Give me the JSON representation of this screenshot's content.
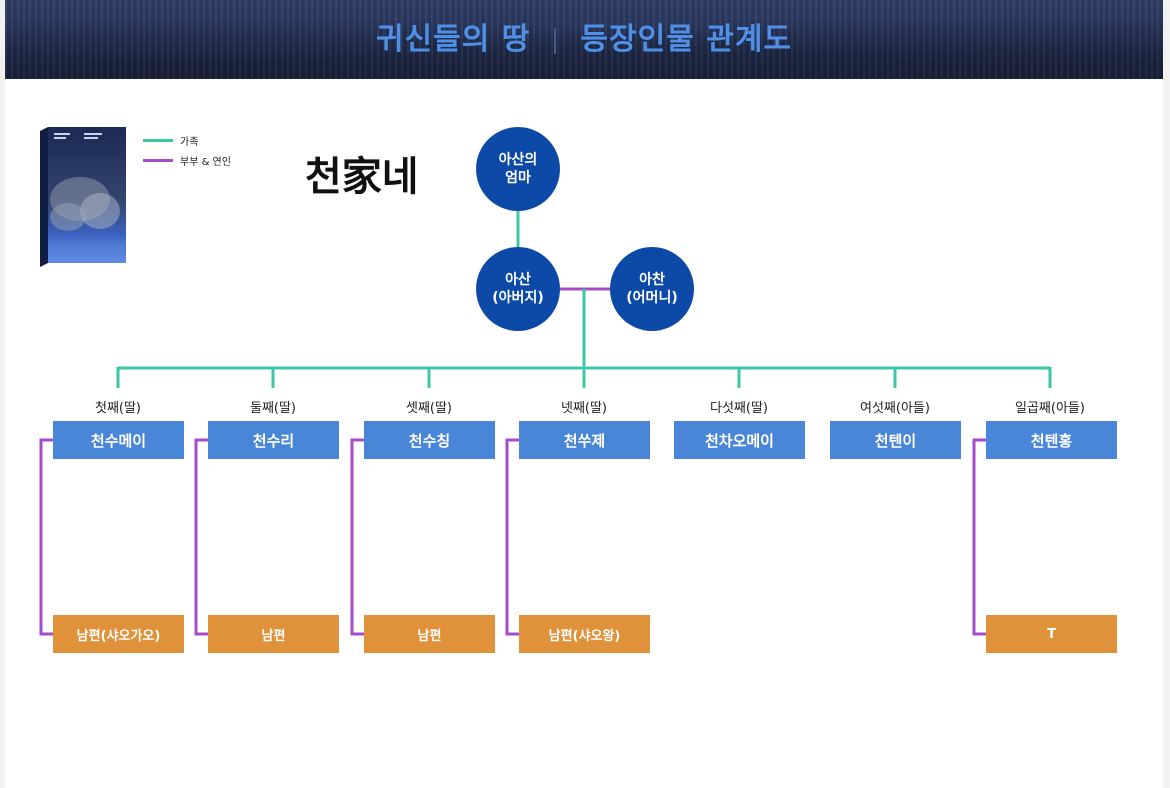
{
  "banner": {
    "title_part1": "귀신들의 땅",
    "title_part2": "등장인물 관계도"
  },
  "legend": [
    {
      "label": "가족",
      "color": "#3cc6a8"
    },
    {
      "label": "부부 & 연인",
      "color": "#a64bc9"
    }
  ],
  "family_title": "천家네",
  "colors": {
    "family_line": "#3cc6a8",
    "couple_line": "#a64bc9",
    "circle": "#0d4aa8",
    "child_box": "#4a86d8",
    "spouse_box": "#e0923a"
  },
  "grandmother": {
    "line1": "아산의",
    "line2": "엄마"
  },
  "father": {
    "line1": "아산",
    "line2": "(아버지)"
  },
  "mother": {
    "line1": "아찬",
    "line2": "(어머니)"
  },
  "children": [
    {
      "rank": "첫째(딸)",
      "name": "천수메이",
      "spouse": "남편(샤오가오)"
    },
    {
      "rank": "둘째(딸)",
      "name": "천수리",
      "spouse": "남편"
    },
    {
      "rank": "셋째(딸)",
      "name": "천수칭",
      "spouse": "남편"
    },
    {
      "rank": "넷째(딸)",
      "name": "천쑤제",
      "spouse": "남편(샤오왕)"
    },
    {
      "rank": "다섯째(딸)",
      "name": "천차오메이",
      "spouse": null
    },
    {
      "rank": "여섯째(아들)",
      "name": "천텐이",
      "spouse": null
    },
    {
      "rank": "일곱째(아들)",
      "name": "천텐홍",
      "spouse": "T"
    }
  ]
}
